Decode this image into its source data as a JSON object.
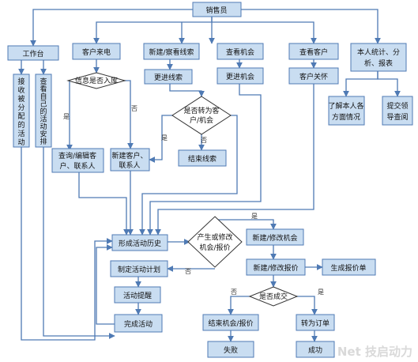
{
  "nodes": {
    "salesperson": "销售员",
    "workbench": "工作台",
    "receive_assigned": "接收被分配的活动",
    "view_own_activities": "查看自己的活动安排",
    "customer_call": "客户来电",
    "new_view_leads": "新建/察看线索",
    "view_opportunity": "查看机会",
    "view_customer": "查看客户",
    "personal_stats": [
      "本人统计、分",
      "析、报表"
    ],
    "info_in_db": "信息是否入库",
    "follow_lead": "更进线索",
    "follow_opportunity": "更进机会",
    "customer_care": "客户关怀",
    "convert_to_customer": [
      "是否转为客",
      "户/机会"
    ],
    "know_self": [
      "了解本人各",
      "方面情况"
    ],
    "submit_leader": [
      "提交领",
      "导查阅"
    ],
    "query_edit_customer": [
      "查询/编辑客",
      "户、联系人"
    ],
    "new_customer": [
      "新建客户、",
      "联系人"
    ],
    "end_lead": "结束线索",
    "form_history": "形成活动历史",
    "produce_modify": [
      "产生或修改",
      "机会/报价"
    ],
    "new_modify_opp": "新建/修改机会",
    "make_plan": "制定活动计划",
    "new_modify_quote": "新建/修改报价",
    "generate_quote": "生成报价单",
    "activity_reminder": "活动提醒",
    "deal_closed": "是否成交",
    "complete_activity": "完成活动",
    "end_opp_quote": "结束机会/报价",
    "to_order": "转为订单",
    "fail": "失败",
    "success": "成功"
  },
  "edge_labels": {
    "yes": "是",
    "no": "否"
  },
  "watermark": "Net 技启动力"
}
